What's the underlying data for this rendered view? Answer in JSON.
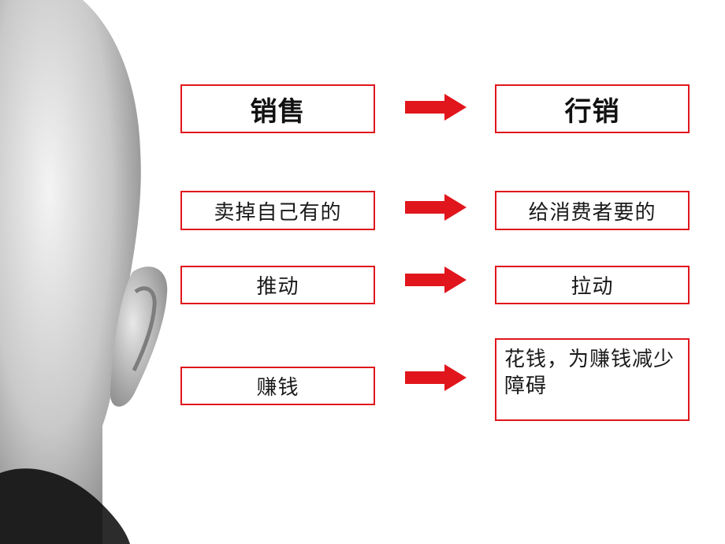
{
  "colors": {
    "accent": "#e0161c"
  },
  "rows": [
    {
      "left": "销售",
      "right": "行销"
    },
    {
      "left": "卖掉自己有的",
      "right": "给消费者要的"
    },
    {
      "left": "推动",
      "right": "拉动"
    },
    {
      "left": "赚钱",
      "right": "花钱，为赚钱减少障碍"
    }
  ]
}
